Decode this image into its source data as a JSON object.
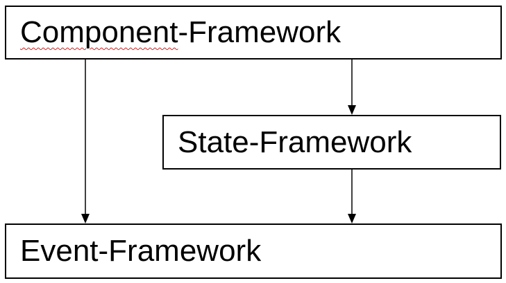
{
  "diagram": {
    "nodes": [
      {
        "id": "component",
        "label_main": "Component",
        "label_rest": "-Framework",
        "label": "Component-Framework"
      },
      {
        "id": "state",
        "label": "State-Framework"
      },
      {
        "id": "event",
        "label": "Event-Framework"
      }
    ],
    "edges": [
      {
        "from": "component",
        "to": "state"
      },
      {
        "from": "component",
        "to": "event"
      },
      {
        "from": "state",
        "to": "event"
      }
    ],
    "colors": {
      "stroke": "#000000",
      "background": "#ffffff",
      "spellcheck_underline": "#d02020"
    }
  }
}
